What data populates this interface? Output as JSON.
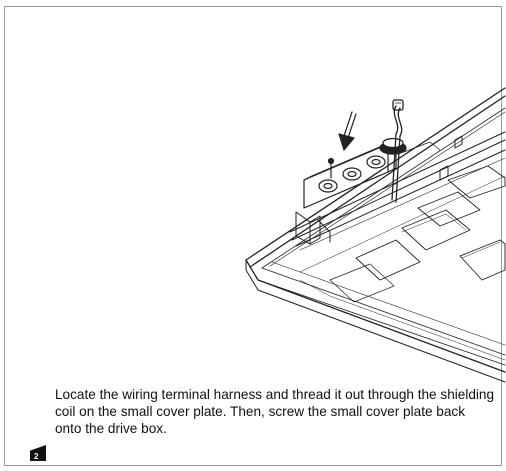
{
  "instruction": {
    "step_number": "2",
    "text": "Locate the wiring terminal harness and thread it out through the shielding coil on the small cover plate. Then, screw the small cover plate back onto the drive box."
  },
  "illustration": {
    "subject": "drive-box-with-cover-plate-and-harness"
  }
}
